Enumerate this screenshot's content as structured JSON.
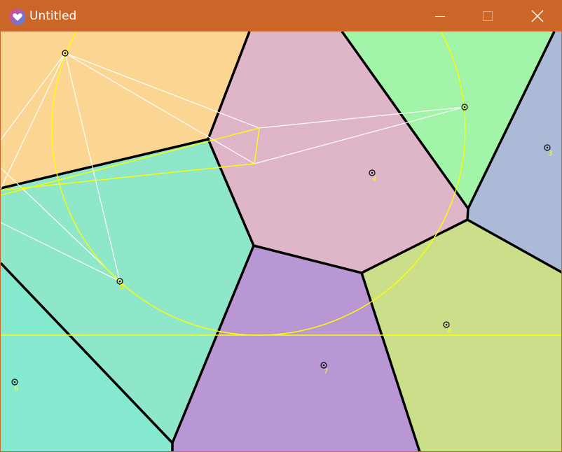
{
  "window": {
    "title": "Untitled",
    "controls": {
      "minimize_icon": "minimize-icon",
      "maximize_icon": "maximize-icon",
      "close_icon": "close-icon"
    }
  },
  "theme": {
    "titlebar": "#cc6628",
    "edge": "#000000",
    "circle": "#ffff00",
    "triangle": "#ffffff"
  },
  "diagram": {
    "site_labels": [
      "3",
      "4",
      "5",
      "6",
      "7",
      "8"
    ]
  }
}
